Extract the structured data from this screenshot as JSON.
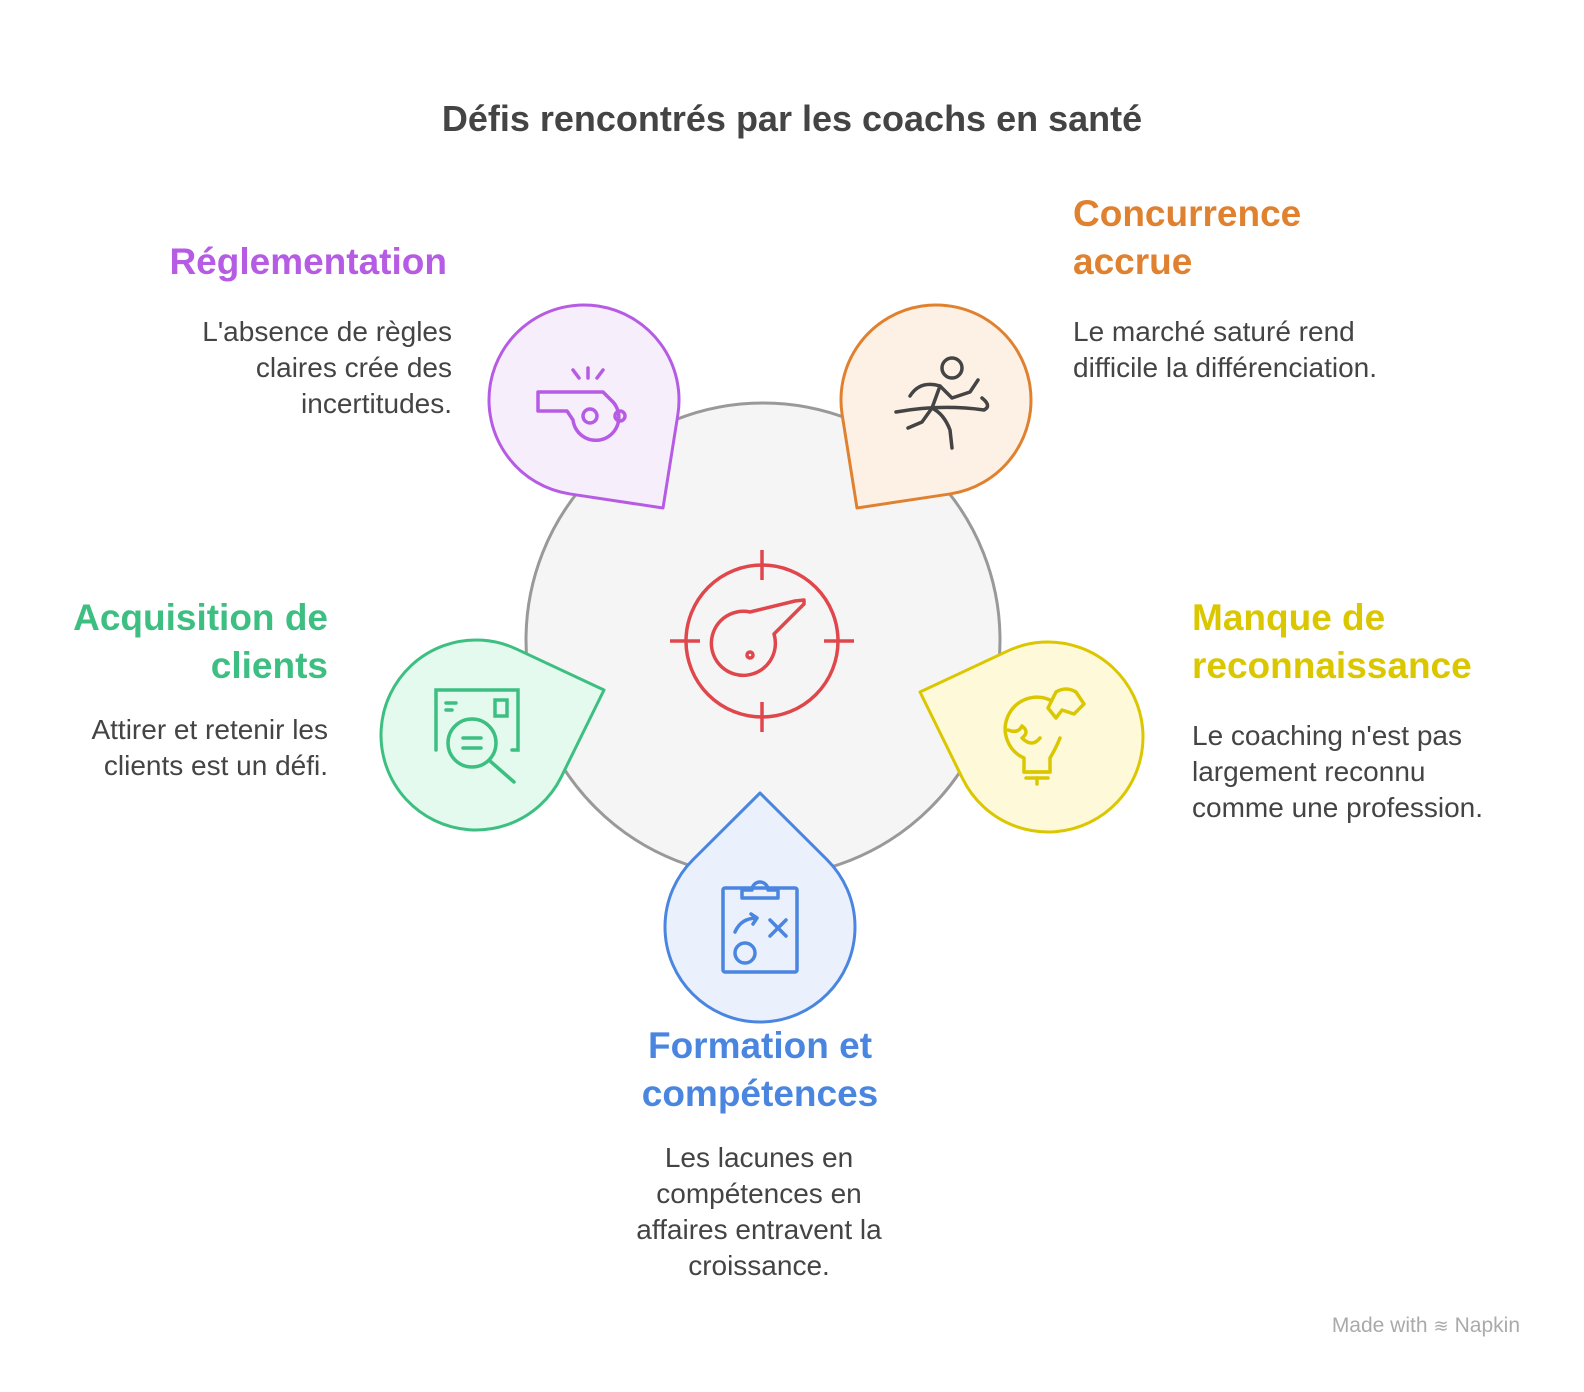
{
  "title": "Défis rencontrés par les coachs en santé",
  "items": [
    {
      "id": "reglementation",
      "heading": "Réglementation",
      "description": "L'absence de règles claires crée des incertitudes.",
      "icon": "whistle-icon",
      "color": "#B65BE3",
      "fill": "#F7EEFC"
    },
    {
      "id": "concurrence",
      "heading": "Concurrence accrue",
      "description": "Le marché saturé rend difficile la différenciation.",
      "icon": "runner-finish-icon",
      "color": "#E0812F",
      "fill": "#FDF1E6"
    },
    {
      "id": "acquisition",
      "heading": "Acquisition de clients",
      "description": "Attirer et retenir les clients est un défi.",
      "icon": "search-profile-icon",
      "color": "#3DBF82",
      "fill": "#E5FAEE"
    },
    {
      "id": "reconnaissance",
      "heading": "Manque de reconnaissance",
      "description": "Le coaching n'est pas largement reconnu comme une profession.",
      "icon": "puzzle-bulb-icon",
      "color": "#DBC700",
      "fill": "#FDF9D9"
    },
    {
      "id": "formation",
      "heading": "Formation et compétences",
      "description": "Les lacunes en compétences en affaires entravent la croissance.",
      "icon": "strategy-clipboard-icon",
      "color": "#4A86E0",
      "fill": "#EAF1FD"
    }
  ],
  "center_icon": "target-key-icon",
  "center_color": "#E0474C",
  "footer": {
    "made_with": "Made with",
    "brand": "Napkin"
  }
}
